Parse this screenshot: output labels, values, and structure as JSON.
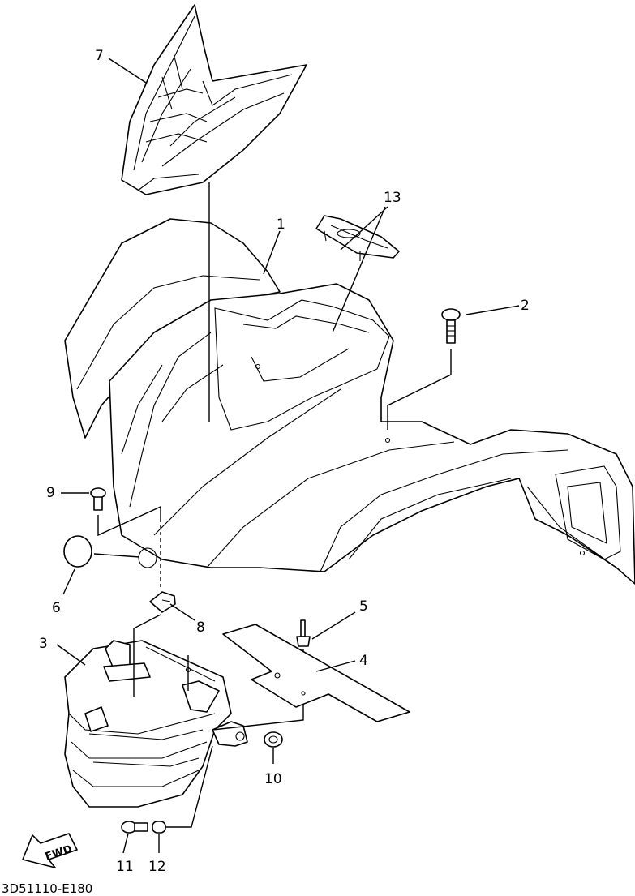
{
  "diagram": {
    "code": "3D51110-E180",
    "fwd_label": "FWD",
    "callouts": {
      "c1": "1",
      "c2": "2",
      "c3": "3",
      "c4": "4",
      "c5": "5",
      "c6": "6",
      "c7": "7",
      "c8": "8",
      "c9": "9",
      "c10": "10",
      "c11": "11",
      "c12": "12",
      "c13": "13"
    }
  }
}
